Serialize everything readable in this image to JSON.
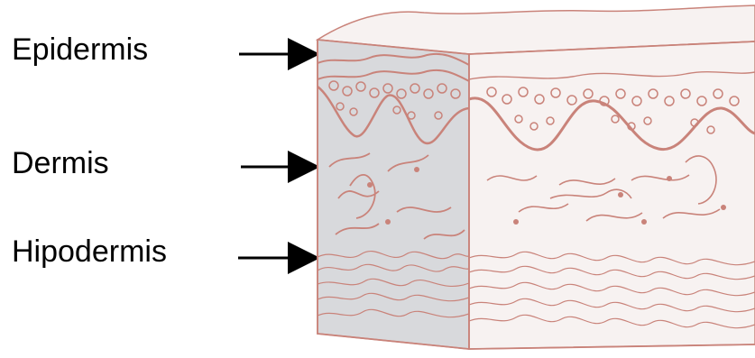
{
  "labels": {
    "epidermis": "Epidermis",
    "dermis": "Dermis",
    "hipodermis": "Hipodermis"
  },
  "colors": {
    "tissue_stroke": "#c9837a",
    "tissue_fill_light": "#f7f2f1",
    "tissue_fill_shadow": "#d8d9dc",
    "arrow": "#000000"
  },
  "icons": {
    "arrow": "right-arrow-icon"
  }
}
